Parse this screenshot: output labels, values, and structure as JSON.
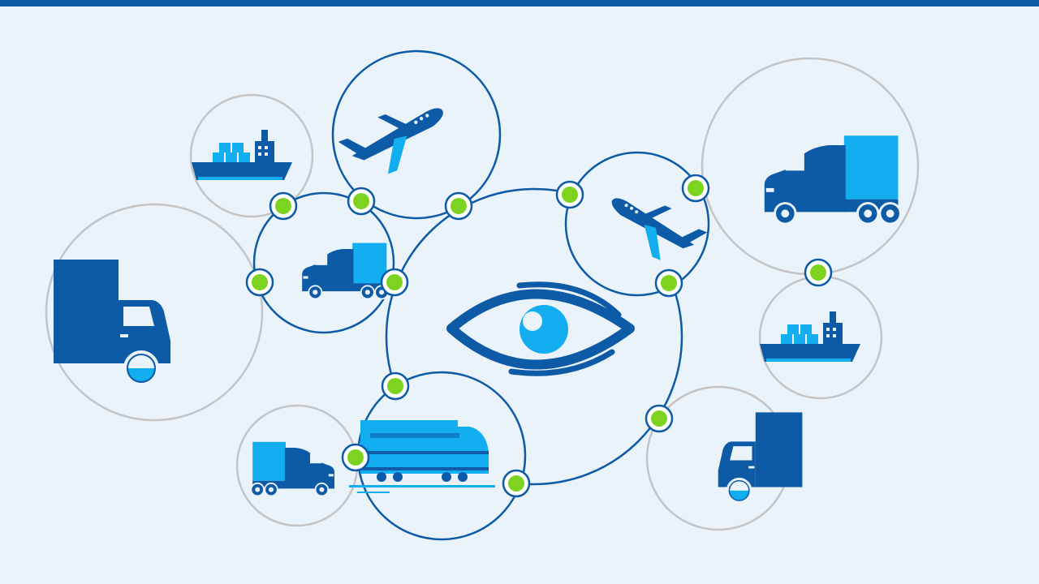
{
  "colors": {
    "background": "#eaf3fa",
    "top_bar": "#0a5aa6",
    "primary_blue": "#0d5aa7",
    "light_blue": "#12aef0",
    "connector_green": "#7ed321",
    "inactive_ring": "#c4c4c4"
  },
  "diagram": {
    "center": {
      "icon": "eye-icon"
    },
    "connected_nodes": [
      {
        "id": "plane-top",
        "icon": "airplane-icon"
      },
      {
        "id": "truck-left",
        "icon": "semi-truck-icon"
      },
      {
        "id": "plane-right",
        "icon": "airplane-icon"
      },
      {
        "id": "train-bottom",
        "icon": "train-icon"
      }
    ],
    "outer_nodes": [
      {
        "id": "ship-top-left",
        "icon": "cargo-ship-icon"
      },
      {
        "id": "box-truck-left",
        "icon": "box-truck-icon"
      },
      {
        "id": "semi-bottom-left",
        "icon": "semi-truck-icon"
      },
      {
        "id": "semi-top-right",
        "icon": "semi-truck-icon"
      },
      {
        "id": "ship-right",
        "icon": "cargo-ship-icon"
      },
      {
        "id": "box-truck-bottom-right",
        "icon": "box-truck-icon"
      }
    ]
  }
}
